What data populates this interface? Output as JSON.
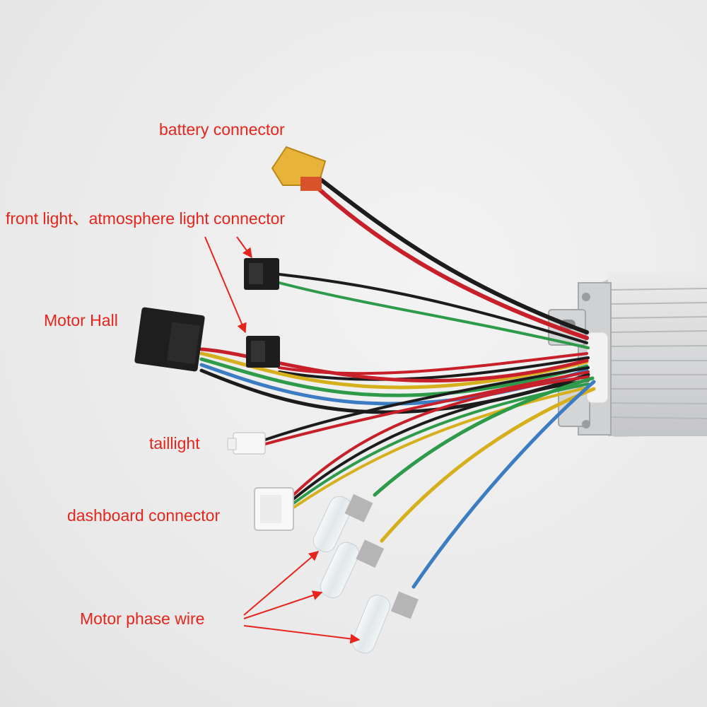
{
  "labels": {
    "battery": "battery connector",
    "front_light": "front light、atmosphere light connector",
    "motor_hall": "Motor Hall",
    "taillight": "taillight",
    "dashboard": "dashboard connector",
    "phase": "Motor phase wire"
  },
  "colors": {
    "annotation": "#e8251c",
    "background": "#eeeeee",
    "controller_body": "#d9dadb",
    "xt60_connector": "#e8b339",
    "wire_red": "#c8202a",
    "wire_black": "#1c1c1c",
    "wire_green": "#2e9b4a",
    "wire_yellow": "#d6b01c",
    "wire_blue": "#3b7cc2"
  }
}
